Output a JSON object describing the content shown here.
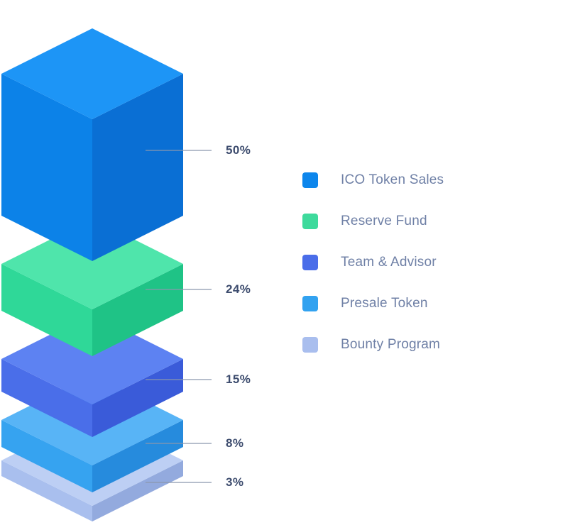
{
  "chart_data": {
    "type": "bar",
    "variant": "isometric-3d-exploded-stack",
    "title": "",
    "unit": "%",
    "legend_position": "right",
    "categories": [
      "ICO Token Sales",
      "Reserve Fund",
      "Team & Advisor",
      "Presale Token",
      "Bounty Program"
    ],
    "values": [
      50,
      24,
      15,
      8,
      3
    ],
    "segments": [
      {
        "label": "ICO Token Sales",
        "value": 50,
        "display": "50%",
        "color": {
          "main": "#0d86ec",
          "top": "#1d95f6",
          "left": "#0c82e8",
          "right": "#0a6fd4"
        }
      },
      {
        "label": "Reserve Fund",
        "value": 24,
        "display": "24%",
        "color": {
          "main": "#3eda9c",
          "top": "#4fe5ab",
          "left": "#2fd898",
          "right": "#1fc386"
        }
      },
      {
        "label": "Team & Advisor",
        "value": 15,
        "display": "15%",
        "color": {
          "main": "#4a6de9",
          "top": "#5d82f2",
          "left": "#4a6ee9",
          "right": "#3a5bd9"
        }
      },
      {
        "label": "Presale Token",
        "value": 8,
        "display": "8%",
        "color": {
          "main": "#32a2f0",
          "top": "#58b4f6",
          "left": "#36a3f0",
          "right": "#268bdd"
        }
      },
      {
        "label": "Bounty Program",
        "value": 3,
        "display": "3%",
        "color": {
          "main": "#a9beee",
          "top": "#bdcff4",
          "left": "#a9bfee",
          "right": "#93aade"
        }
      }
    ]
  },
  "style": {
    "leader_line_color": "#8b96ad",
    "percent_text_color": "#3d4c6e",
    "legend_text_color": "#6f80a6",
    "background": "#ffffff"
  }
}
